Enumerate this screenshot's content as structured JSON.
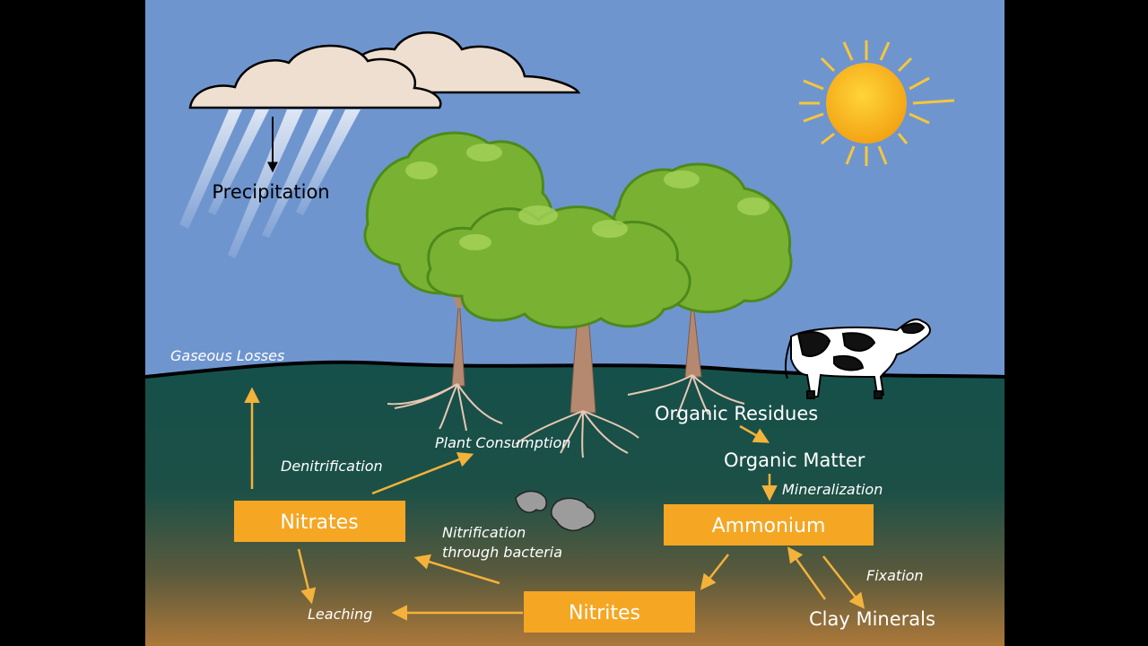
{
  "labels": {
    "precipitation": "Precipitation",
    "gaseous_losses": "Gaseous  Losses",
    "plant_consumption": "Plant  Consumption",
    "denitrification": "Denitrification",
    "organic_residues": "Organic  Residues",
    "organic_matter": "Organic  Matter",
    "mineralization": "Mineralization",
    "nitrification_line1": "Nitrification",
    "nitrification_line2": "through  bacteria",
    "leaching": "Leaching",
    "fixation": "Fixation",
    "clay_minerals": "Clay  Minerals"
  },
  "boxes": {
    "nitrates": "Nitrates",
    "ammonium": "Ammonium",
    "nitrites": "Nitrites"
  },
  "colors": {
    "sky": "#6f95cf",
    "soil_top": "#174e46",
    "soil_bottom": "#a8753a",
    "box_fill": "#f5a623",
    "arrow": "#f3b23a",
    "tree_green": "#79b232",
    "trunk": "#b5896f",
    "sun": "#f6b31b"
  }
}
